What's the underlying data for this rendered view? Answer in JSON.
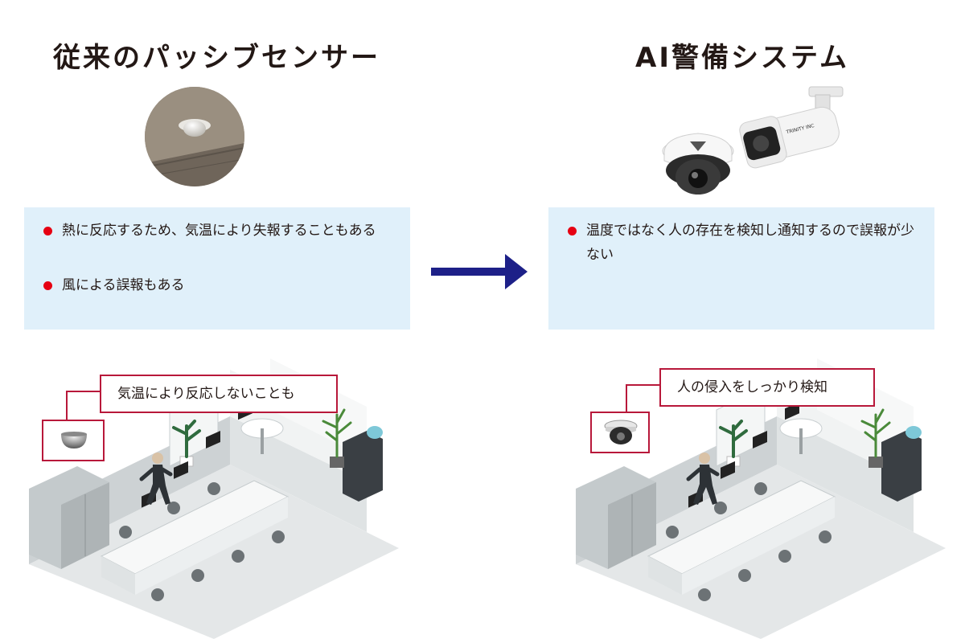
{
  "left": {
    "title": "従来のパッシブセンサー",
    "bullets": [
      "熱に反応するため、気温により失報することもある",
      "風による誤報もある"
    ],
    "callout": "気温により反応しないことも",
    "sensor_icon": "ceiling-pir-sensor-icon"
  },
  "right": {
    "title": "AI警備システム",
    "bullets": [
      "温度ではなく人の存在を検知し通知するので誤報が少ない"
    ],
    "callout": "人の侵入をしっかり検知",
    "camera_icon": "dome-camera-icon",
    "camera_brand": "TRINITY INC"
  },
  "arrow": {
    "color": "#1d2088",
    "icon": "right-arrow-icon"
  },
  "colors": {
    "bullet": "#e60012",
    "callout_border": "#b8183a",
    "panel_bg": "#e0f0fa"
  }
}
